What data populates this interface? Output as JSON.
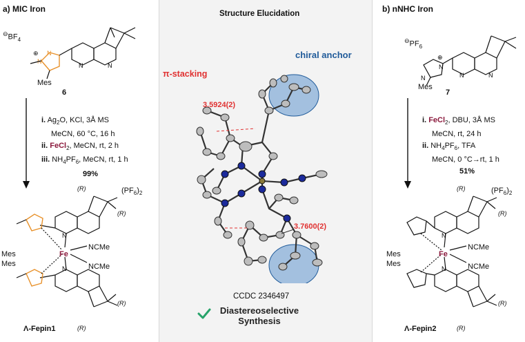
{
  "left": {
    "title": "a) MIC Iron",
    "counterion": "BF",
    "counterion_sub": "4",
    "substituent": "Mes",
    "compound_number": "6",
    "conditions": [
      {
        "num": "i.",
        "parts": [
          "Ag",
          "2",
          "O, KCl, 3Å MS"
        ]
      },
      {
        "num": "",
        "text": "MeCN, 60 °C, 16 h"
      },
      {
        "num": "ii.",
        "fe": "FeCl",
        "fe_sub": "2",
        "rest": ", MeCN, rt, 2 h"
      },
      {
        "num": "iii.",
        "text": "NH",
        "sub": "4",
        "rest": "PF",
        "sub2": "6",
        "rest2": ", MeCN, rt, 1 h"
      }
    ],
    "yield": "99%",
    "product_label": "Λ-Fepin1",
    "product_counterion": "(PF",
    "product_counterion_sub": "6",
    "product_counterion_end": ")",
    "product_counterion_sub2": "2",
    "ligand_top": "NCMe",
    "ligand_bottom": "NCMe",
    "metal": "Fe",
    "mes1": "Mes",
    "mes2": "Mes",
    "stereo": [
      "(R)",
      "(R)",
      "(R)",
      "(R)"
    ]
  },
  "center": {
    "title": "Structure Elucidation",
    "chiral_anchor": "chiral anchor",
    "pi_stacking": "π-stacking",
    "distance1": "3.5924(2)",
    "distance2": "3.7600(2)",
    "ccdc": "CCDC 2346497",
    "check_label_line1": "Diastereoselective",
    "check_label_line2": "Synthesis"
  },
  "right": {
    "title": "b) nNHC Iron",
    "counterion": "PF",
    "counterion_sub": "6",
    "substituent": "Mes",
    "compound_number": "7",
    "yield": "51%",
    "product_label": "Λ-Fepin2",
    "ligand_top": "NCMe",
    "ligand_bottom": "NCMe",
    "metal": "Fe",
    "mes1": "Mes",
    "mes2": "Mes",
    "stereo": [
      "(R)",
      "(R)",
      "(R)",
      "(R)"
    ]
  },
  "colors": {
    "mic_ring": "#e8912a",
    "fe_text": "#8b1a3d",
    "pi_red": "#e03131",
    "anchor_blue": "#1f5a99",
    "anchor_fill": "#8fb3d9",
    "check_green": "#27a36a"
  }
}
